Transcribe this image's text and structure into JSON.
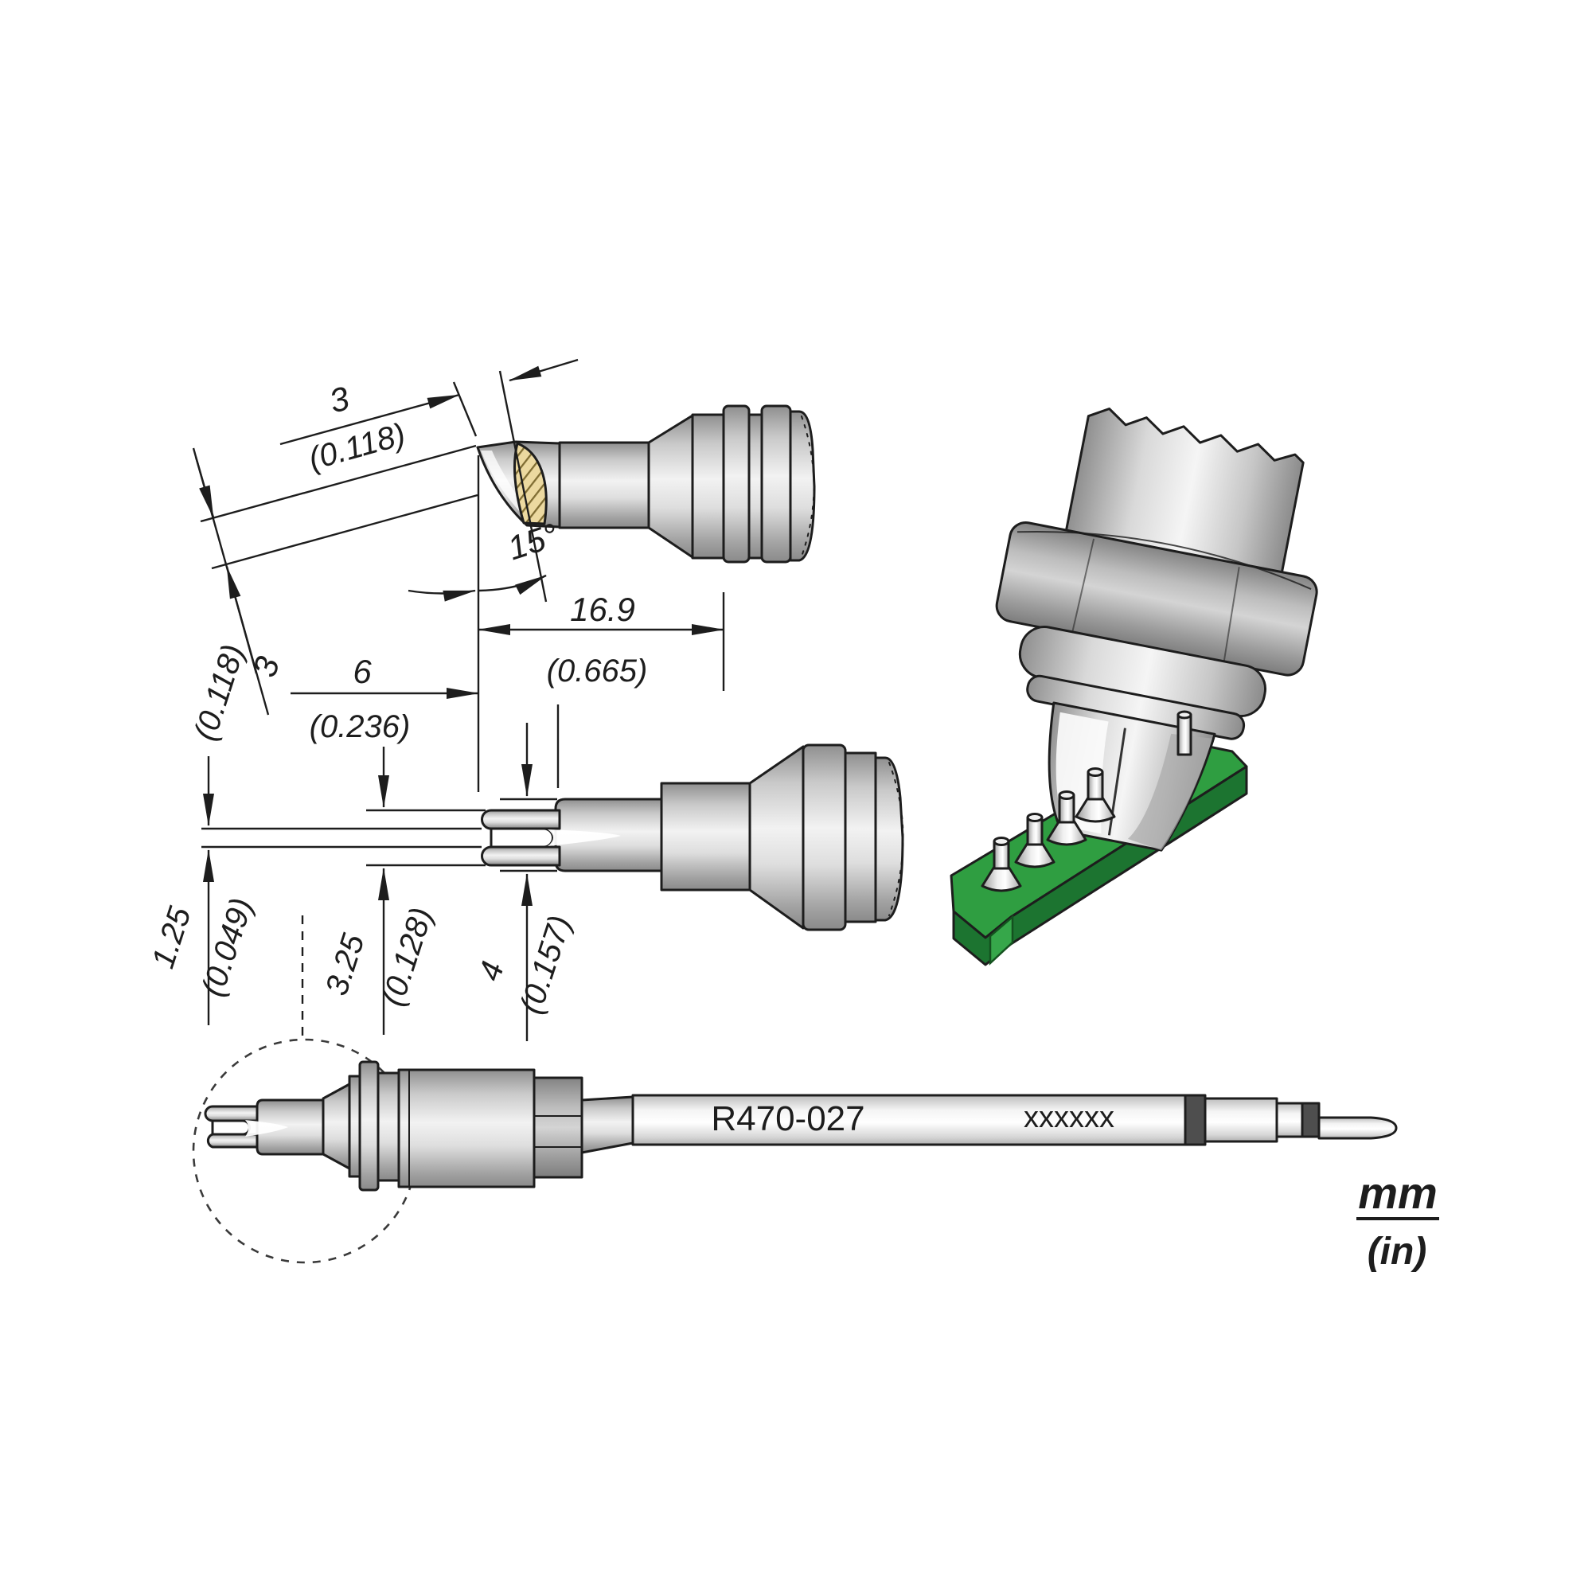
{
  "drawing": {
    "part_number": "R470-027",
    "serial_placeholder": "xxxxxx",
    "units": {
      "mm": "mm",
      "in": "(in)"
    },
    "dims": {
      "face_len_mm": "3",
      "face_len_in": "(0.118)",
      "depth_mm": "3",
      "depth_in": "(0.118)",
      "angle": "15°",
      "tip_len_mm": "16.9",
      "tip_len_in": "(0.665)",
      "groove_len_mm": "6",
      "groove_len_in": "(0.236)",
      "slot_mm": "1.25",
      "slot_in": "(0.049)",
      "width_mm": "3.25",
      "width_in": "(0.128)",
      "dia_mm": "4",
      "dia_in": "(0.157)"
    },
    "colors": {
      "line": "#1d1d1d",
      "solder_face": "#ecd9a0",
      "hatch_line": "#806d33",
      "pcb_top": "#2f9e41",
      "pcb_front": "#1c7430",
      "pcb_corner": "#36a74a",
      "pad_gold": "#cfa63e",
      "band_dark": "#4e4e4e"
    }
  }
}
